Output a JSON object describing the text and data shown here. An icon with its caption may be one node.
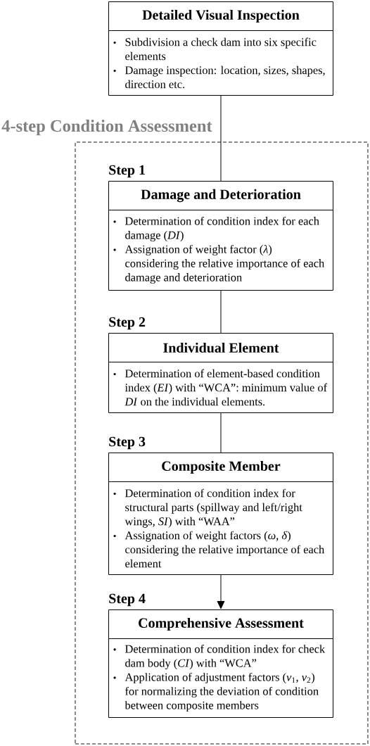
{
  "diagram": {
    "nodes": [
      {
        "text": [
          "Detailed Visual Inspection",
          "Subdivision a check dam into six specific elements",
          "Damage inspection: location, sizes, shapes, direction etc."
        ]
      },
      {
        "text": [
          "4-step Condition Assessment"
        ]
      },
      {
        "text": [
          "Damage and Deterioration",
          "Determination of condition index for each damage (*DI*)",
          "Assignation of weight factor (*λ*) considering the relative importance of each damage and deterioration"
        ],
        "beside": [
          "Step 1"
        ],
        "in": 1
      },
      {
        "text": [
          "Individual Element",
          "Determination of element-based condition index (*EI*) with “WCA”: minimum value of *DI* on the individual elements."
        ],
        "beside": [
          "Step 2"
        ],
        "in": 1
      },
      {
        "text": [
          "Composite Member",
          "Determination of condition index for structural parts (spillway and left/right wings, *SI*) with “WAA”",
          "Assignation of weight factors (*ω*, *δ*) considering the relative importance of each element"
        ],
        "beside": [
          "Step 3"
        ],
        "in": 1
      },
      {
        "text": [
          "Comprehensive Assessment",
          "Determination of condition index for check dam body (*CI*) with “WCA”",
          "Application of adjustment factors (*v*$_{1}$, *v*$_{2}$) for normalizing the deviation of condition between composite members"
        ],
        "beside": [
          "Step 4"
        ],
        "in": 1
      }
    ],
    "edges": [
      {
        "from": 0,
        "to": 2,
        "arrow": "none"
      },
      {
        "from": 2,
        "to": 3,
        "arrow": "none"
      },
      {
        "from": 3,
        "to": 4,
        "arrow": "none"
      },
      {
        "from": 4,
        "to": 5,
        "arrow": "to"
      }
    ]
  }
}
